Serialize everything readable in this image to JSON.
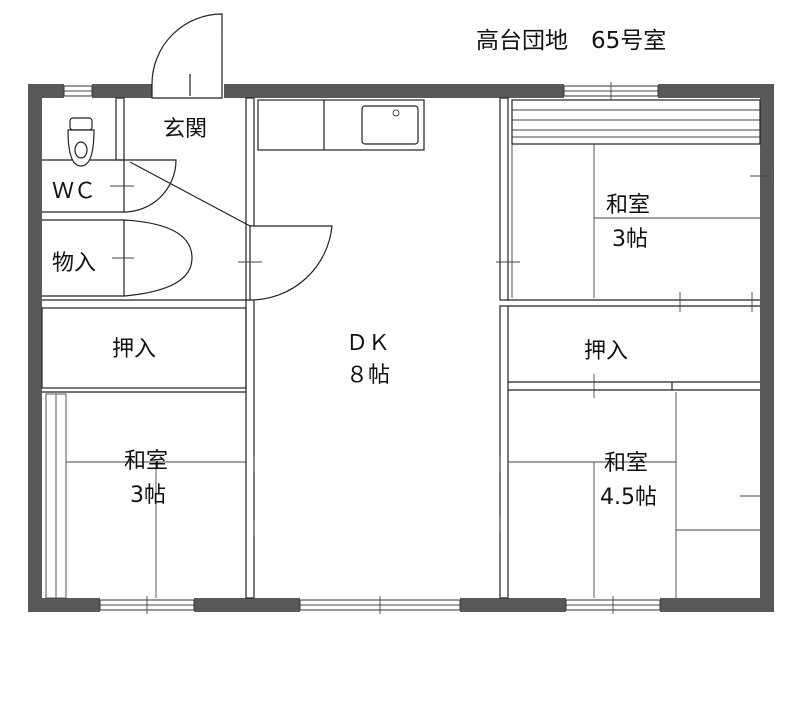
{
  "title": "高台団地　65号室",
  "rooms": {
    "entrance": "玄関",
    "wc": "ＷＣ",
    "storage": "物入",
    "oshiire_left": "押入",
    "oshiire_right": "押入",
    "dk_name": "ＤＫ",
    "dk_size": "８帖",
    "washitsu_ne_name": "和室",
    "washitsu_ne_size": "3帖",
    "washitsu_sw_name": "和室",
    "washitsu_sw_size": "3帖",
    "washitsu_se_name": "和室",
    "washitsu_se_size": "4.5帖"
  }
}
